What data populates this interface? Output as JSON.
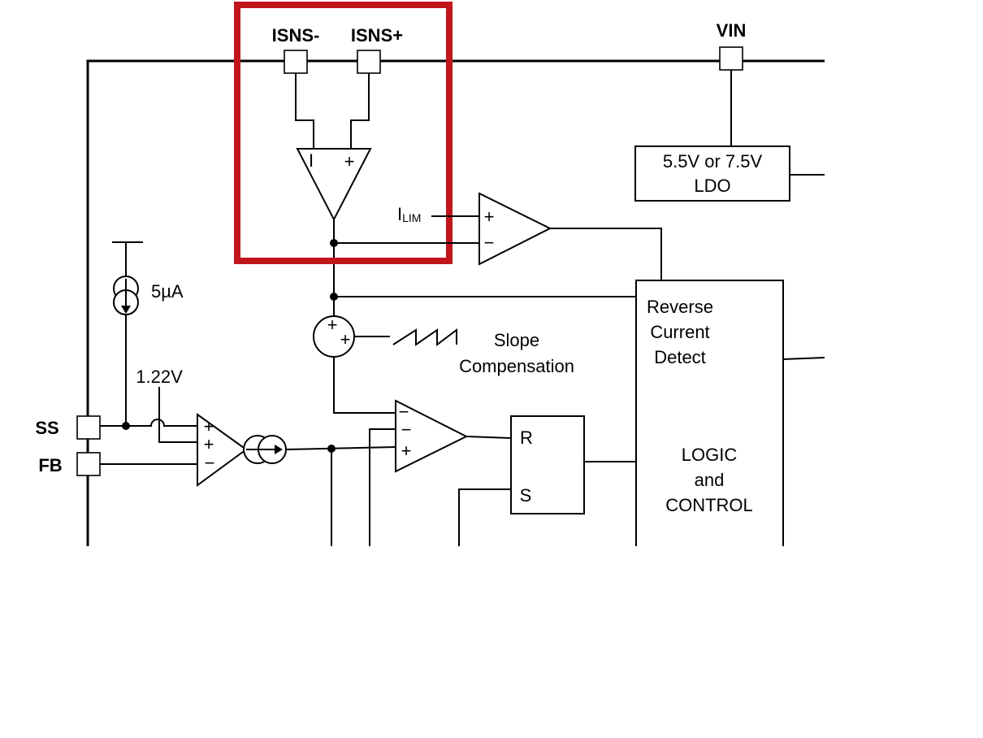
{
  "pins": {
    "isns_minus": "ISNS-",
    "isns_plus": "ISNS+",
    "vin": "VIN",
    "ss": "SS",
    "fb": "FB"
  },
  "ldo": {
    "line1": "5.5V or 7.5V",
    "line2": "LDO"
  },
  "ilim": {
    "main": "I",
    "sub": "LIM"
  },
  "current_source": "5µA",
  "reference": "1.22V",
  "slope_compensation": {
    "line1": "Slope",
    "line2": "Compensation"
  },
  "reverse_current": {
    "line1": "Reverse",
    "line2": "Current",
    "line3": "Detect"
  },
  "logic": {
    "line1": "LOGIC",
    "line2": "and",
    "line3": "CONTROL"
  },
  "latch": {
    "r": "R",
    "s": "S"
  },
  "signs": {
    "plus": "+",
    "minus": "−",
    "minus_bar": "I"
  },
  "colors": {
    "highlight": "#c0161c",
    "wire": "#000000"
  }
}
